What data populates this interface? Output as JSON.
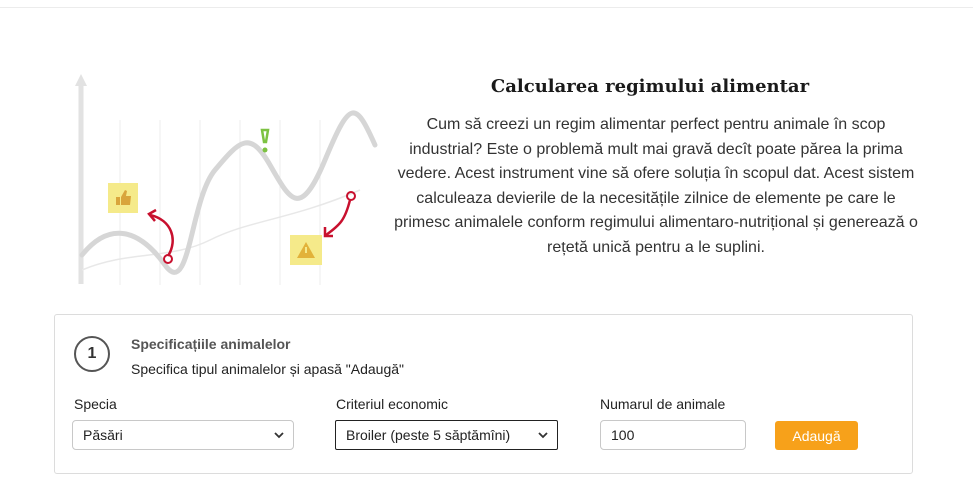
{
  "hero": {
    "title": "Calcularea regimului alimentar",
    "description": "Cum să creezi un regim alimentar perfect pentru animale în scop industrial? Este o problemă mult mai gravă decît poate părea la prima vedere. Acest instrument vine să ofere soluția în scopul dat. Acest sistem calculeaza devierile de la necesitățile zilnice de elemente pe care le primesc animalele conform regimului alimentaro-nutrițional și generează o rețetă unică pentru a le suplini.",
    "illustration_icons": [
      "thumbs-up-icon",
      "exclamation-icon",
      "warning-icon"
    ]
  },
  "step": {
    "number": "1",
    "title": "Specificațiile animalelor",
    "subtitle": "Specifica tipul animalelor și apasă \"Adaugă\""
  },
  "form": {
    "species_label": "Specia",
    "species_value": "Păsări",
    "criterion_label": "Criteriul economic",
    "criterion_value": "Broiler (peste 5 săptămîni)",
    "count_label": "Numarul de animale",
    "count_value": "100",
    "add_label": "Adaugă"
  },
  "colors": {
    "accent": "#f7a11a",
    "illustration_red": "#c8102e",
    "illustration_green": "#7dc242",
    "sticky_note": "#f5ea8a"
  }
}
